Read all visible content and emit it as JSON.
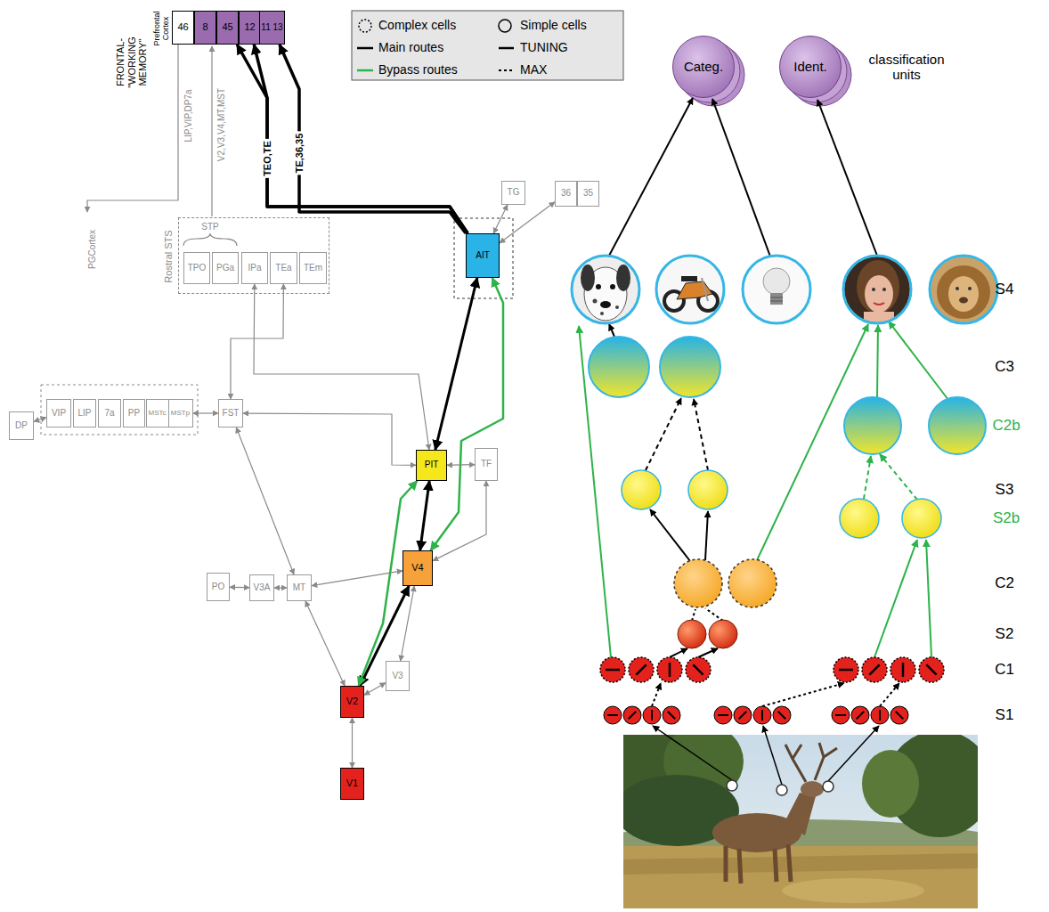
{
  "diagram": {
    "nodes": [
      {
        "text": [
          "46"
        ]
      },
      {
        "text": [
          "8"
        ]
      },
      {
        "text": [
          "45"
        ]
      },
      {
        "text": [
          "12"
        ]
      },
      {
        "text": [
          "11 13"
        ]
      },
      {
        "text": [
          "TG"
        ]
      },
      {
        "text": [
          "36"
        ]
      },
      {
        "text": [
          "35"
        ]
      },
      {
        "text": [
          "Rostral STS"
        ]
      },
      {
        "text": [
          "TPO"
        ],
        "in": 8
      },
      {
        "text": [
          "PGa"
        ],
        "in": 8
      },
      {
        "text": [
          "IPa"
        ],
        "in": 8
      },
      {
        "text": [
          "TEa"
        ],
        "in": 8
      },
      {
        "text": [
          "TEm"
        ],
        "in": 8
      },
      {
        "text": [
          "AIT"
        ]
      },
      {
        "text": [
          "DP"
        ]
      },
      {
        "text": [
          "VIP"
        ]
      },
      {
        "text": [
          "LIP"
        ]
      },
      {
        "text": [
          "7a"
        ]
      },
      {
        "text": [
          "PP"
        ]
      },
      {
        "text": [
          "MSTc"
        ]
      },
      {
        "text": [
          "MSTp"
        ]
      },
      {
        "text": [
          "FST"
        ]
      },
      {
        "text": [
          "PIT"
        ]
      },
      {
        "text": [
          "TF"
        ]
      },
      {
        "text": [
          "PO"
        ]
      },
      {
        "text": [
          "V3A"
        ]
      },
      {
        "text": [
          "MT"
        ]
      },
      {
        "text": [
          "V4"
        ]
      },
      {
        "text": [
          "V2"
        ]
      },
      {
        "text": [
          "V3"
        ]
      },
      {
        "text": [
          "V1"
        ]
      },
      {
        "text": [
          "Categ."
        ]
      },
      {
        "text": [
          "Ident."
        ]
      }
    ],
    "edges": [
      {
        "from": 31,
        "to": 29,
        "arrow": "both"
      },
      {
        "from": 29,
        "to": 28,
        "arrow": "both"
      },
      {
        "from": 28,
        "to": 23,
        "arrow": "both"
      },
      {
        "from": 23,
        "to": 14,
        "arrow": "both"
      },
      {
        "from": 29,
        "to": 23,
        "arrow": "both"
      },
      {
        "from": 28,
        "to": 14,
        "arrow": "both"
      },
      {
        "from": 14,
        "to": 2,
        "label": "TEO,TE",
        "arrow": "to"
      },
      {
        "from": 14,
        "to": 3,
        "arrow": "to"
      },
      {
        "from": 14,
        "to": 4,
        "label": "TE,36,35",
        "arrow": "to"
      },
      {
        "from": 14,
        "to": 5,
        "arrow": "both"
      },
      {
        "from": 14,
        "to": 6,
        "arrow": "both"
      },
      {
        "from": 23,
        "to": 24,
        "arrow": "both"
      },
      {
        "from": 23,
        "to": 22,
        "arrow": "both"
      },
      {
        "from": 28,
        "to": 27,
        "arrow": "both"
      },
      {
        "from": 29,
        "to": 30,
        "arrow": "both"
      },
      {
        "from": 28,
        "to": 30,
        "arrow": "both"
      },
      {
        "from": 27,
        "to": 26,
        "arrow": "both"
      },
      {
        "from": 26,
        "to": 25,
        "arrow": "both"
      },
      {
        "from": 29,
        "to": 27,
        "arrow": "both"
      },
      {
        "from": 27,
        "to": 22,
        "arrow": "both"
      },
      {
        "from": 22,
        "to": 21,
        "arrow": "both"
      },
      {
        "from": 22,
        "to": 12,
        "arrow": "both"
      },
      {
        "from": 23,
        "to": 11,
        "arrow": "both"
      },
      {
        "from": 28,
        "to": 24,
        "arrow": "both"
      },
      {
        "from": 15,
        "to": 16,
        "arrow": "both"
      }
    ],
    "labels": [
      "FRONTAL- \"WORKING MEMORY\"",
      "Prefrontal Cortex",
      "LIP,VIP,DP7a",
      "V2,V3,V4,MT,MST",
      "PGCortex",
      "STP",
      "classification units",
      "S4",
      "C3",
      "C2b",
      "S3",
      "S2b",
      "C2",
      "S2",
      "C1",
      "S1"
    ],
    "legend": [
      {
        "text": "Complex cells"
      },
      {
        "text": "Simple cells"
      },
      {
        "text": "Main routes"
      },
      {
        "text": "TUNING"
      },
      {
        "text": "Bypass routes"
      },
      {
        "text": "MAX"
      }
    ]
  }
}
